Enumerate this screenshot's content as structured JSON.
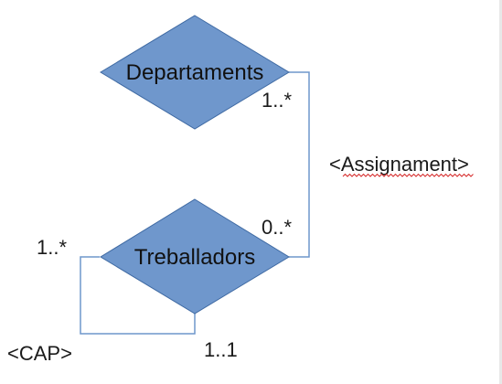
{
  "entities": [
    {
      "id": "departaments",
      "label": "Departaments"
    },
    {
      "id": "treballadors",
      "label": "Treballadors"
    }
  ],
  "relationships": [
    {
      "label": "<Assignament>",
      "source": "departaments",
      "target": "treballadors",
      "source_multiplicity": "1..*",
      "target_multiplicity": "0..*"
    },
    {
      "label": "<CAP>",
      "source": "treballadors",
      "target": "treballadors",
      "source_multiplicity": "1..*",
      "target_multiplicity": "1..1"
    }
  ],
  "colors": {
    "entity_fill": "#6f97cc",
    "entity_stroke": "#3f6aa3",
    "connector": "#6f97cc",
    "spellcheck_underline": "#d62b2b"
  }
}
